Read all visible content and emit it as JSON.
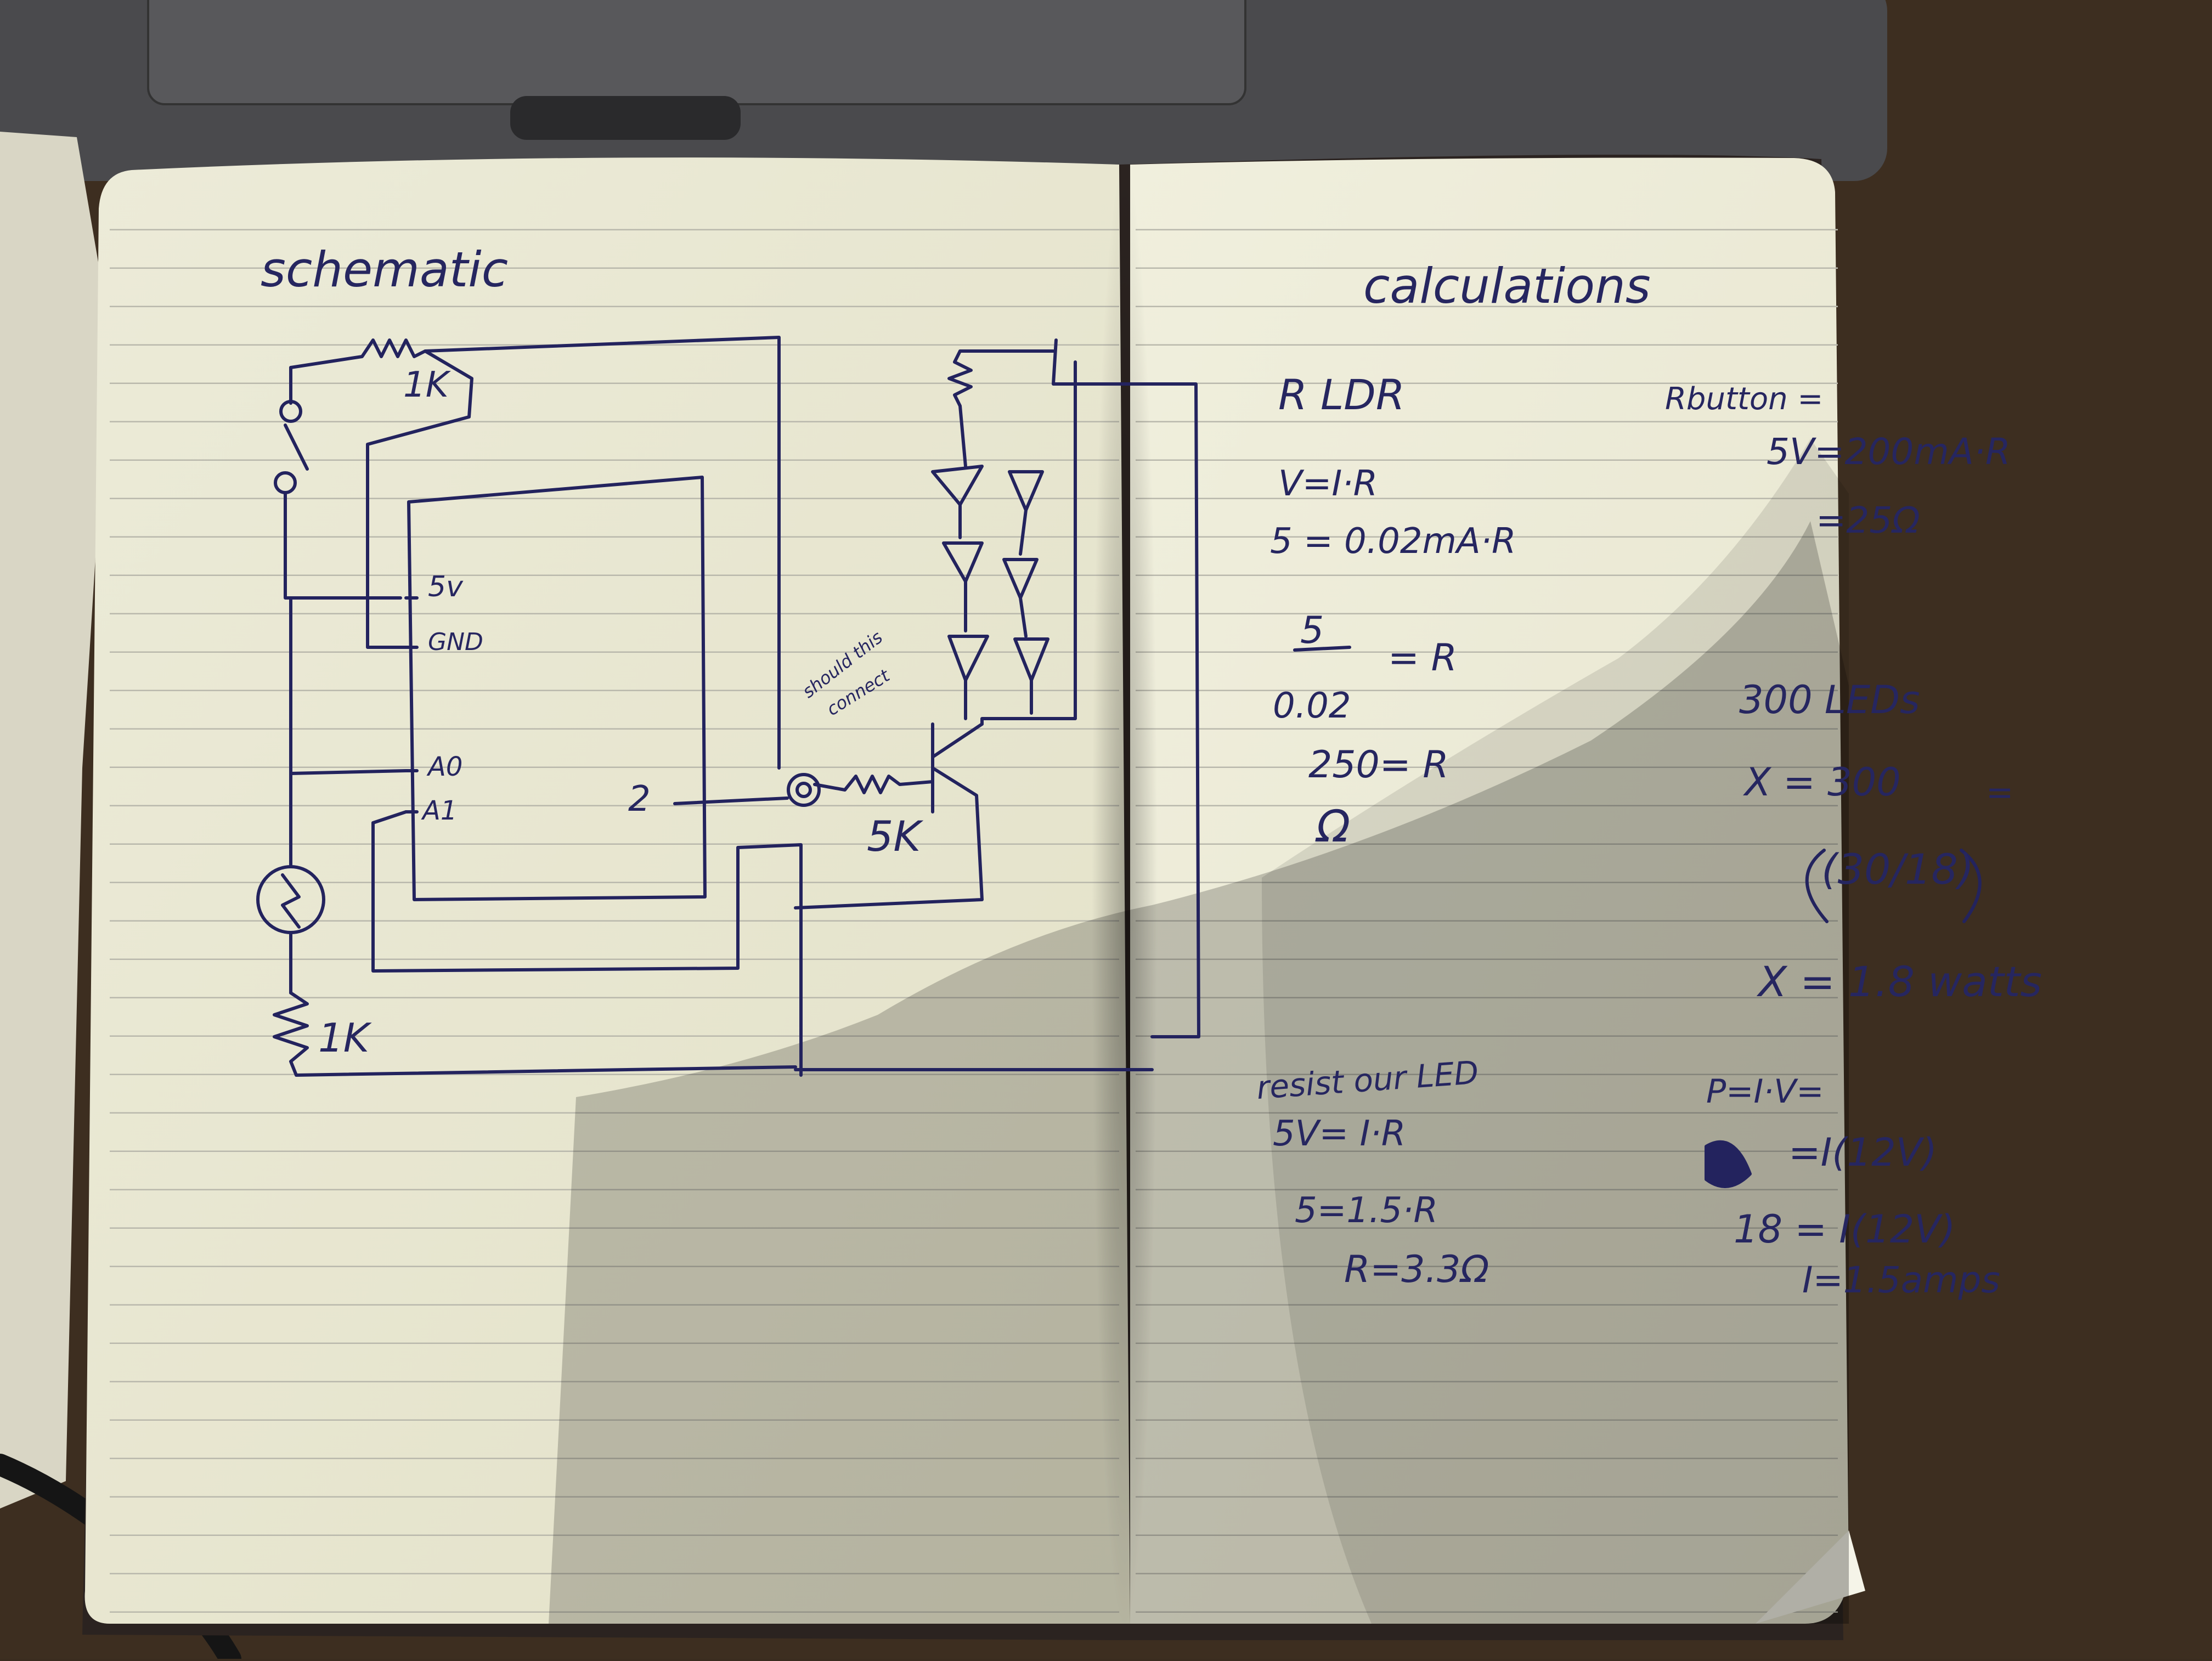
{
  "left_page": {
    "title": "schematic",
    "labels": {
      "r_top": "1K",
      "r_bottom": "1K",
      "pin_5v": "5v",
      "pin_gnd": "GND",
      "pin_a0": "A0",
      "pin_a1": "A1",
      "pin_2": "2",
      "r_transistor": "5K",
      "note_1": "should this",
      "note_2": "connect"
    }
  },
  "right_page": {
    "title": "calculations",
    "ldr": {
      "heading": "R LDR",
      "l1": "V=I·R",
      "l2": "5 = 0.02mA·R",
      "l3": "5",
      "l4": "0.02",
      "l5": "= R",
      "l6": "250= R",
      "l7": "Ω"
    },
    "button": {
      "heading": "Rbutton =",
      "l1": "5V=200mA·R",
      "l2": "=25Ω"
    },
    "leds": {
      "heading": "300 LEDs",
      "l1": "X = 300",
      "l2": "=",
      "l3": "(30/18)",
      "l4": "X = 1.8 watts"
    },
    "resist": {
      "heading": "resist our LED",
      "l1": "5V= I·R",
      "l2": "5=1.5·R",
      "l3": "R=3.3Ω"
    },
    "power": {
      "l1": "P=I·V=",
      "l2": "=I(12V)",
      "l3": "18 = I(12V)",
      "l4": "I=1.5amps"
    }
  },
  "colors": {
    "paper": "#ecebd6",
    "ink": "#23235e",
    "laptop": "#4a4a4d",
    "desk": "#3a2c1f"
  }
}
